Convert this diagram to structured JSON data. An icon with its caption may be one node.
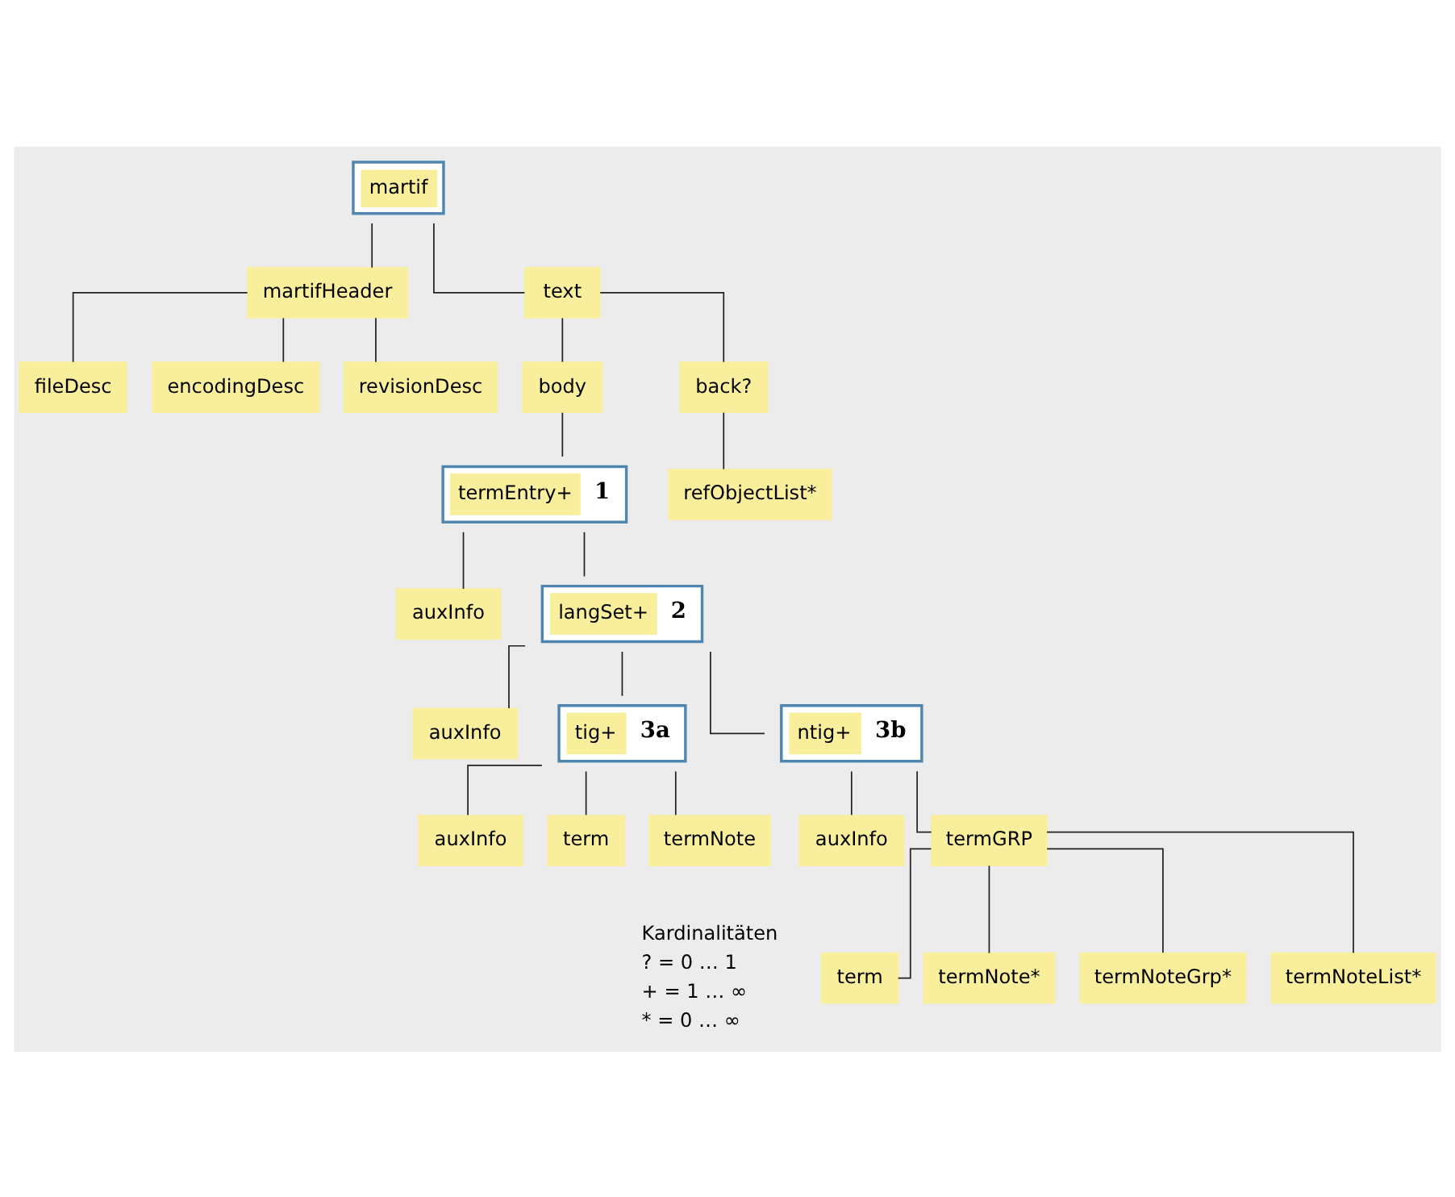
{
  "diagram": {
    "nodes": [
      {
        "text": [
          "martif"
        ]
      },
      {
        "text": [
          "martifHeader"
        ]
      },
      {
        "text": [
          "text"
        ]
      },
      {
        "text": [
          "fileDesc"
        ]
      },
      {
        "text": [
          "encodingDesc"
        ]
      },
      {
        "text": [
          "revisionDesc"
        ]
      },
      {
        "text": [
          "body"
        ]
      },
      {
        "text": [
          "back?"
        ]
      },
      {
        "text": [
          "termEntry+",
          "1"
        ]
      },
      {
        "text": [
          "refObjectList*"
        ]
      },
      {
        "text": [
          "auxInfo"
        ]
      },
      {
        "text": [
          "langSet+",
          "2"
        ]
      },
      {
        "text": [
          "auxInfo"
        ]
      },
      {
        "text": [
          "tig+",
          "3a"
        ]
      },
      {
        "text": [
          "ntig+",
          "3b"
        ]
      },
      {
        "text": [
          "auxInfo"
        ]
      },
      {
        "text": [
          "term"
        ]
      },
      {
        "text": [
          "termNote"
        ]
      },
      {
        "text": [
          "auxInfo"
        ]
      },
      {
        "text": [
          "termGRP"
        ]
      },
      {
        "text": [
          "term"
        ]
      },
      {
        "text": [
          "termNote*"
        ]
      },
      {
        "text": [
          "termNoteGrp*"
        ]
      },
      {
        "text": [
          "termNoteList*"
        ]
      }
    ],
    "edges": [
      {
        "from": 0,
        "to": 1,
        "arrow": "none"
      },
      {
        "from": 0,
        "to": 2,
        "arrow": "none"
      },
      {
        "from": 1,
        "to": 3,
        "arrow": "none"
      },
      {
        "from": 1,
        "to": 4,
        "arrow": "none"
      },
      {
        "from": 1,
        "to": 5,
        "arrow": "none"
      },
      {
        "from": 2,
        "to": 6,
        "arrow": "none"
      },
      {
        "from": 2,
        "to": 7,
        "arrow": "none"
      },
      {
        "from": 6,
        "to": 8,
        "arrow": "none"
      },
      {
        "from": 7,
        "to": 9,
        "arrow": "none"
      },
      {
        "from": 8,
        "to": 10,
        "arrow": "none"
      },
      {
        "from": 8,
        "to": 11,
        "arrow": "none"
      },
      {
        "from": 11,
        "to": 12,
        "arrow": "none"
      },
      {
        "from": 11,
        "to": 13,
        "arrow": "none"
      },
      {
        "from": 11,
        "to": 14,
        "arrow": "none"
      },
      {
        "from": 13,
        "to": 15,
        "arrow": "none"
      },
      {
        "from": 13,
        "to": 16,
        "arrow": "none"
      },
      {
        "from": 13,
        "to": 17,
        "arrow": "none"
      },
      {
        "from": 14,
        "to": 18,
        "arrow": "none"
      },
      {
        "from": 14,
        "to": 19,
        "arrow": "none"
      },
      {
        "from": 19,
        "to": 20,
        "arrow": "none"
      },
      {
        "from": 19,
        "to": 21,
        "arrow": "none"
      },
      {
        "from": 19,
        "to": 22,
        "arrow": "none"
      },
      {
        "from": 19,
        "to": 23,
        "arrow": "none"
      }
    ],
    "labels": [
      "Kardinalitäten",
      "? = 0 … 1",
      "+ = 1 … ∞",
      "* = 0 … ∞"
    ]
  }
}
